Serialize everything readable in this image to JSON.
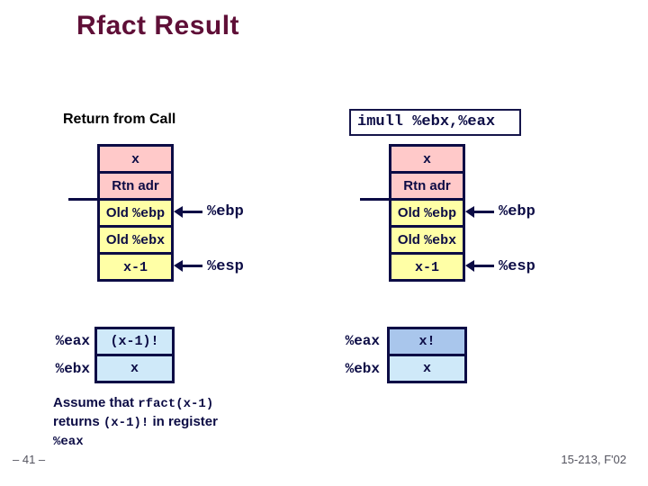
{
  "slide": {
    "title": "Rfact Result"
  },
  "left": {
    "heading": "Return from Call",
    "stack": {
      "rows": [
        {
          "parts": [
            {
              "text": "x",
              "mono": true
            }
          ]
        },
        {
          "parts": [
            {
              "text": "Rtn adr",
              "mono": false
            }
          ]
        },
        {
          "parts": [
            {
              "text": "Old ",
              "mono": false
            },
            {
              "text": "%ebp",
              "mono": true
            }
          ]
        },
        {
          "parts": [
            {
              "text": "Old ",
              "mono": false
            },
            {
              "text": "%ebx",
              "mono": true
            }
          ]
        },
        {
          "parts": [
            {
              "text": "x-1",
              "mono": true
            }
          ]
        }
      ],
      "pointers": {
        "ebp": "%ebp",
        "esp": "%esp"
      }
    },
    "registers": [
      {
        "label": "%eax",
        "value": "(x-1)!"
      },
      {
        "label": "%ebx",
        "value": "x"
      }
    ]
  },
  "right": {
    "code": "imull %ebx,%eax",
    "stack": {
      "rows": [
        {
          "parts": [
            {
              "text": "x",
              "mono": true
            }
          ]
        },
        {
          "parts": [
            {
              "text": "Rtn adr",
              "mono": false
            }
          ]
        },
        {
          "parts": [
            {
              "text": "Old ",
              "mono": false
            },
            {
              "text": "%ebp",
              "mono": true
            }
          ]
        },
        {
          "parts": [
            {
              "text": "Old ",
              "mono": false
            },
            {
              "text": "%ebx",
              "mono": true
            }
          ]
        },
        {
          "parts": [
            {
              "text": "x-1",
              "mono": true
            }
          ]
        }
      ],
      "pointers": {
        "ebp": "%ebp",
        "esp": "%esp"
      }
    },
    "registers": [
      {
        "label": "%eax",
        "value": "x!"
      },
      {
        "label": "%ebx",
        "value": "x"
      }
    ]
  },
  "note": {
    "lines": [
      {
        "segments": [
          {
            "text": "Assume that ",
            "mono": false
          },
          {
            "text": "rfact(x-1)",
            "mono": true
          }
        ]
      },
      {
        "segments": [
          {
            "text": "returns ",
            "mono": false
          },
          {
            "text": "(x-1)!",
            "mono": true
          },
          {
            "text": " in register",
            "mono": false
          }
        ]
      },
      {
        "segments": [
          {
            "text": "%eax",
            "mono": true
          }
        ]
      }
    ]
  },
  "footer": {
    "page": "– 41 –",
    "course": "15-213, F'02"
  },
  "colors": {
    "title_maroon": "#5f0f37",
    "ink_navy": "#0c0c45",
    "cell_pink": "#ffc9c9",
    "cell_yellow": "#ffffa6",
    "register_blue": "#cfe9f9",
    "register_highlight_blue": "#a9c6ec",
    "footer_gray": "#54545f"
  }
}
